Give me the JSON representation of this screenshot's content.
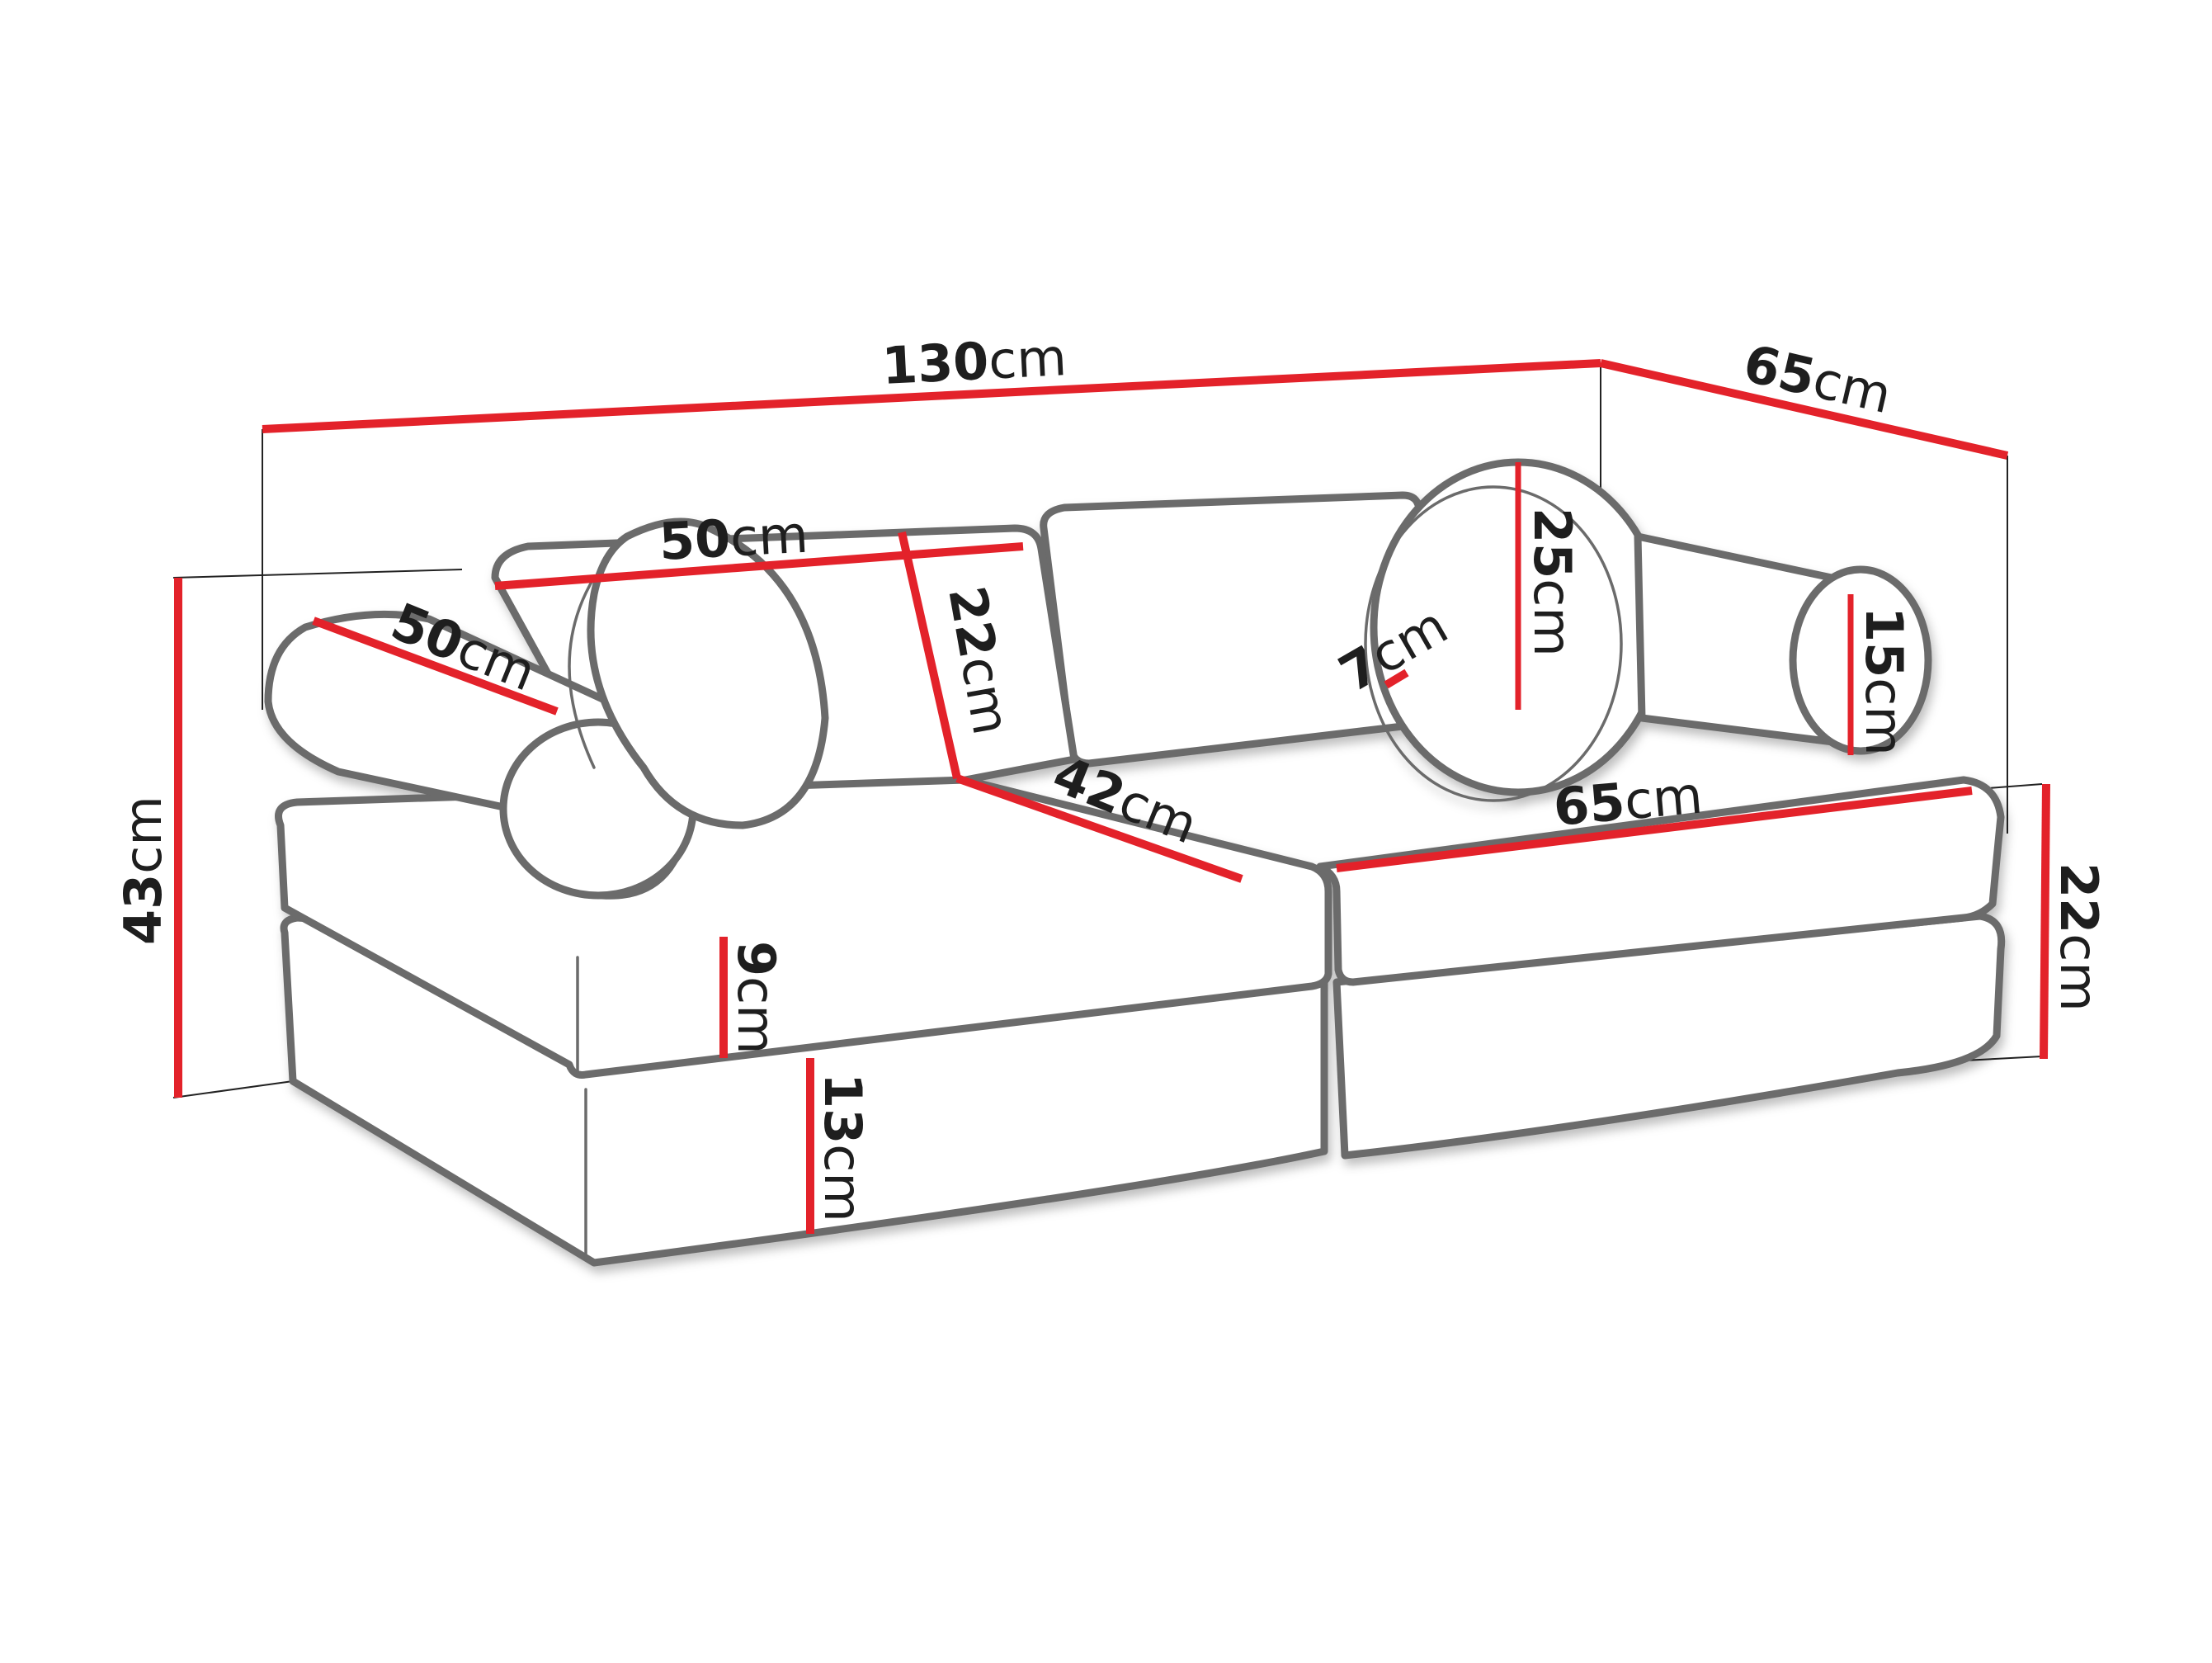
{
  "diagram": {
    "subject": "Modular foam sofa with bolster and round cushions — dimension drawing",
    "colors": {
      "dimension_line": "#e3222a",
      "outline": "#6b6b6b",
      "text": "#1e1e1e",
      "background": "#ffffff"
    },
    "dimensions": {
      "total_width": {
        "value": "130",
        "unit": "cm"
      },
      "total_depth": {
        "value": "65",
        "unit": "cm"
      },
      "total_height": {
        "value": "43",
        "unit": "cm"
      },
      "left_bolster_length": {
        "value": "50",
        "unit": "cm"
      },
      "back_cushion_length": {
        "value": "50",
        "unit": "cm"
      },
      "back_cushion_height": {
        "value": "22",
        "unit": "cm"
      },
      "seat_depth": {
        "value": "42",
        "unit": "cm"
      },
      "right_seat_width": {
        "value": "65",
        "unit": "cm"
      },
      "round_cushion_diameter": {
        "value": "25",
        "unit": "cm"
      },
      "round_cushion_thickness": {
        "value": "7",
        "unit": "cm"
      },
      "right_bolster_diameter": {
        "value": "15",
        "unit": "cm"
      },
      "seat_top_layer_height": {
        "value": "9",
        "unit": "cm"
      },
      "seat_bottom_layer_height": {
        "value": "13",
        "unit": "cm"
      },
      "seat_height": {
        "value": "22",
        "unit": "cm"
      }
    }
  }
}
